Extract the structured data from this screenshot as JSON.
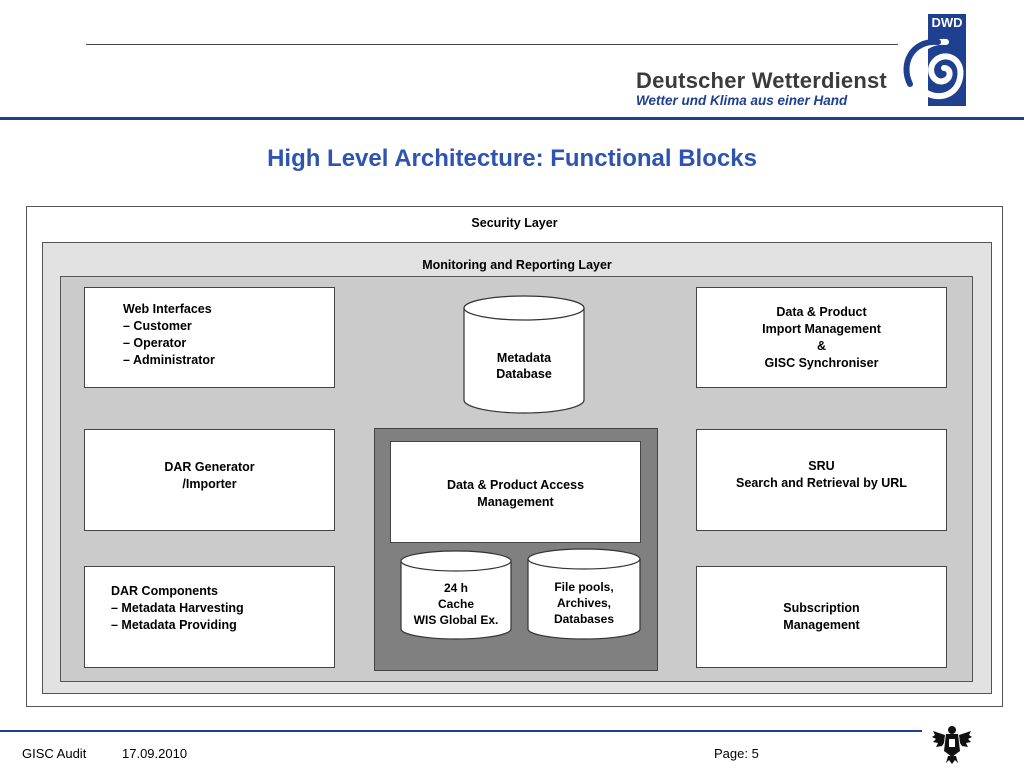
{
  "header": {
    "org_name": "Deutscher Wetterdienst",
    "org_tagline": "Wetter und Klima aus einer Hand",
    "logo_text": "DWD"
  },
  "slide": {
    "title": "High Level Architecture: Functional Blocks"
  },
  "diagram": {
    "security_layer": "Security Layer",
    "monitoring_layer": "Monitoring and Reporting Layer",
    "web_interfaces": {
      "title": "Web Interfaces",
      "items": [
        "–   Customer",
        "–   Operator",
        "–   Administrator"
      ]
    },
    "metadata_db": {
      "line1": "Metadata",
      "line2": "Database"
    },
    "import_mgmt": {
      "line1": "Data & Product",
      "line2": "Import Management",
      "line3": "&",
      "line4": "GISC Synchroniser"
    },
    "dar_generator": {
      "line1": "DAR Generator",
      "line2": "/Importer"
    },
    "access_mgmt": {
      "line1": "Data & Product Access",
      "line2": "Management"
    },
    "sru": {
      "line1": "SRU",
      "line2": "Search and Retrieval by URL"
    },
    "cache": {
      "line1": "24 h",
      "line2": "Cache",
      "line3": "WIS Global Ex."
    },
    "file_pools": {
      "line1": "File pools,",
      "line2": "Archives,",
      "line3": "Databases"
    },
    "dar_components": {
      "line1": "DAR Components",
      "line2": "– Metadata Harvesting",
      "line3": "– Metadata Providing"
    },
    "subscription": {
      "line1": "Subscription",
      "line2": "Management"
    }
  },
  "footer": {
    "doc": "GISC Audit",
    "date": "17.09.2010",
    "page": "Page: 5"
  },
  "colors": {
    "accent_blue": "#1f3f8f",
    "title_blue": "#2e54b0",
    "monitoring_fill": "#e2e2e2",
    "inner_fill": "#cbcbcb",
    "access_fill": "#808080"
  }
}
